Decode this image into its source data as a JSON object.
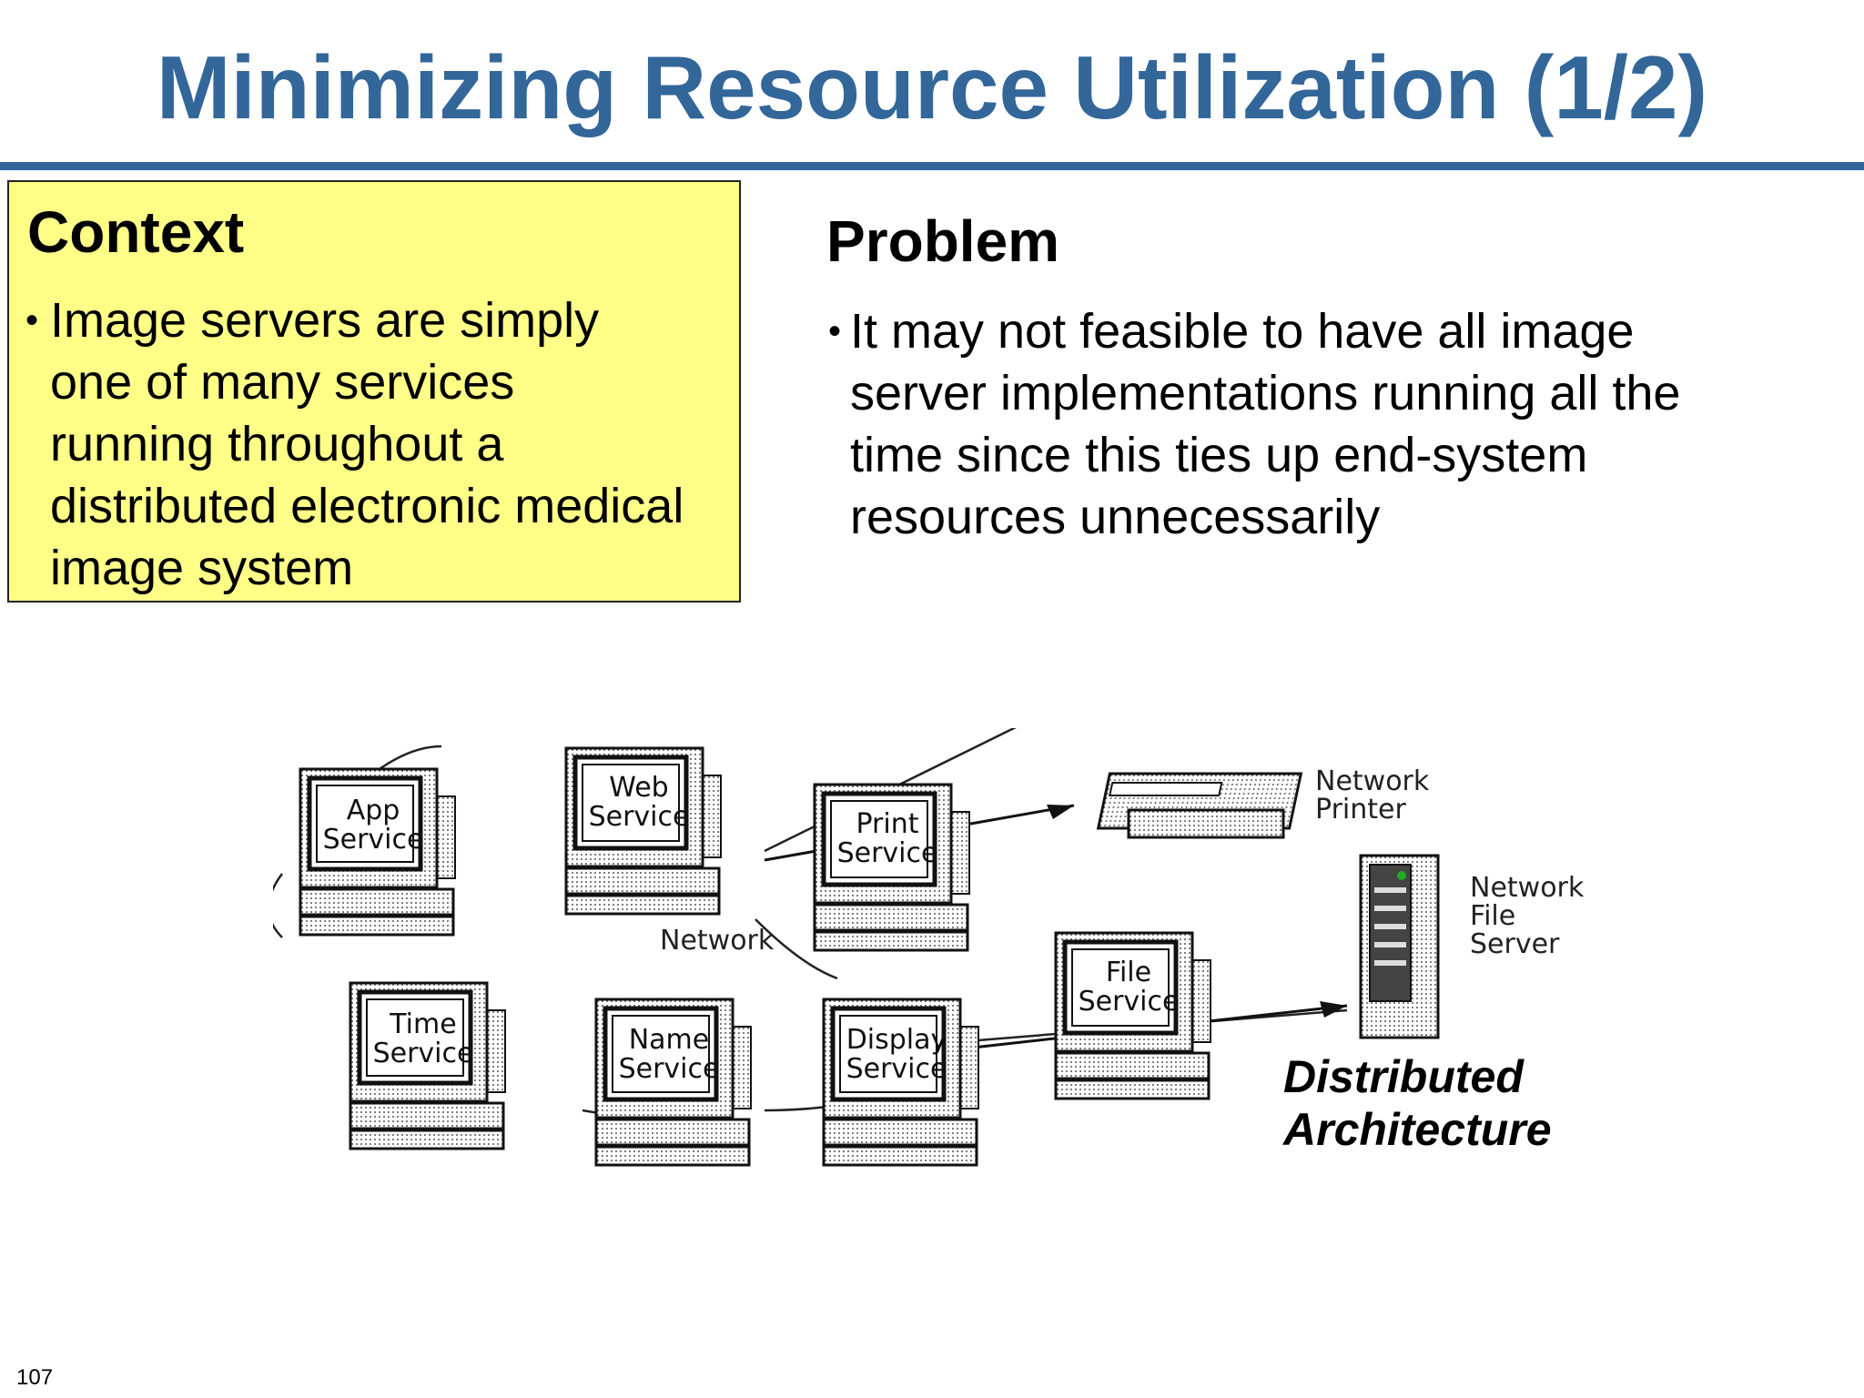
{
  "slide": {
    "title": "Minimizing Resource Utilization (1/2)",
    "page_number": "107"
  },
  "context": {
    "heading": "Context",
    "bullet": "•",
    "lines": [
      "Image servers are simply",
      "one of many services",
      "running throughout a",
      "distributed electronic medical",
      "image system"
    ]
  },
  "problem": {
    "heading": "Problem",
    "bullet": "•",
    "lines": [
      "It may not feasible to have all image",
      "server implementations running all the",
      "time since this ties up end-system",
      "resources unnecessarily"
    ]
  },
  "diagram": {
    "network_label": "Network",
    "nodes": {
      "app": [
        "App",
        "Service"
      ],
      "web": [
        "Web",
        "Service"
      ],
      "print": [
        "Print",
        "Service"
      ],
      "time": [
        "Time",
        "Service"
      ],
      "name": [
        "Name",
        "Service"
      ],
      "display": [
        "Display",
        "Service"
      ],
      "file": [
        "File",
        "Service"
      ]
    },
    "network_printer": [
      "Network",
      "Printer"
    ],
    "network_file_server": [
      "Network",
      "File",
      "Server"
    ],
    "caption": [
      "Distributed",
      "Architecture"
    ]
  }
}
